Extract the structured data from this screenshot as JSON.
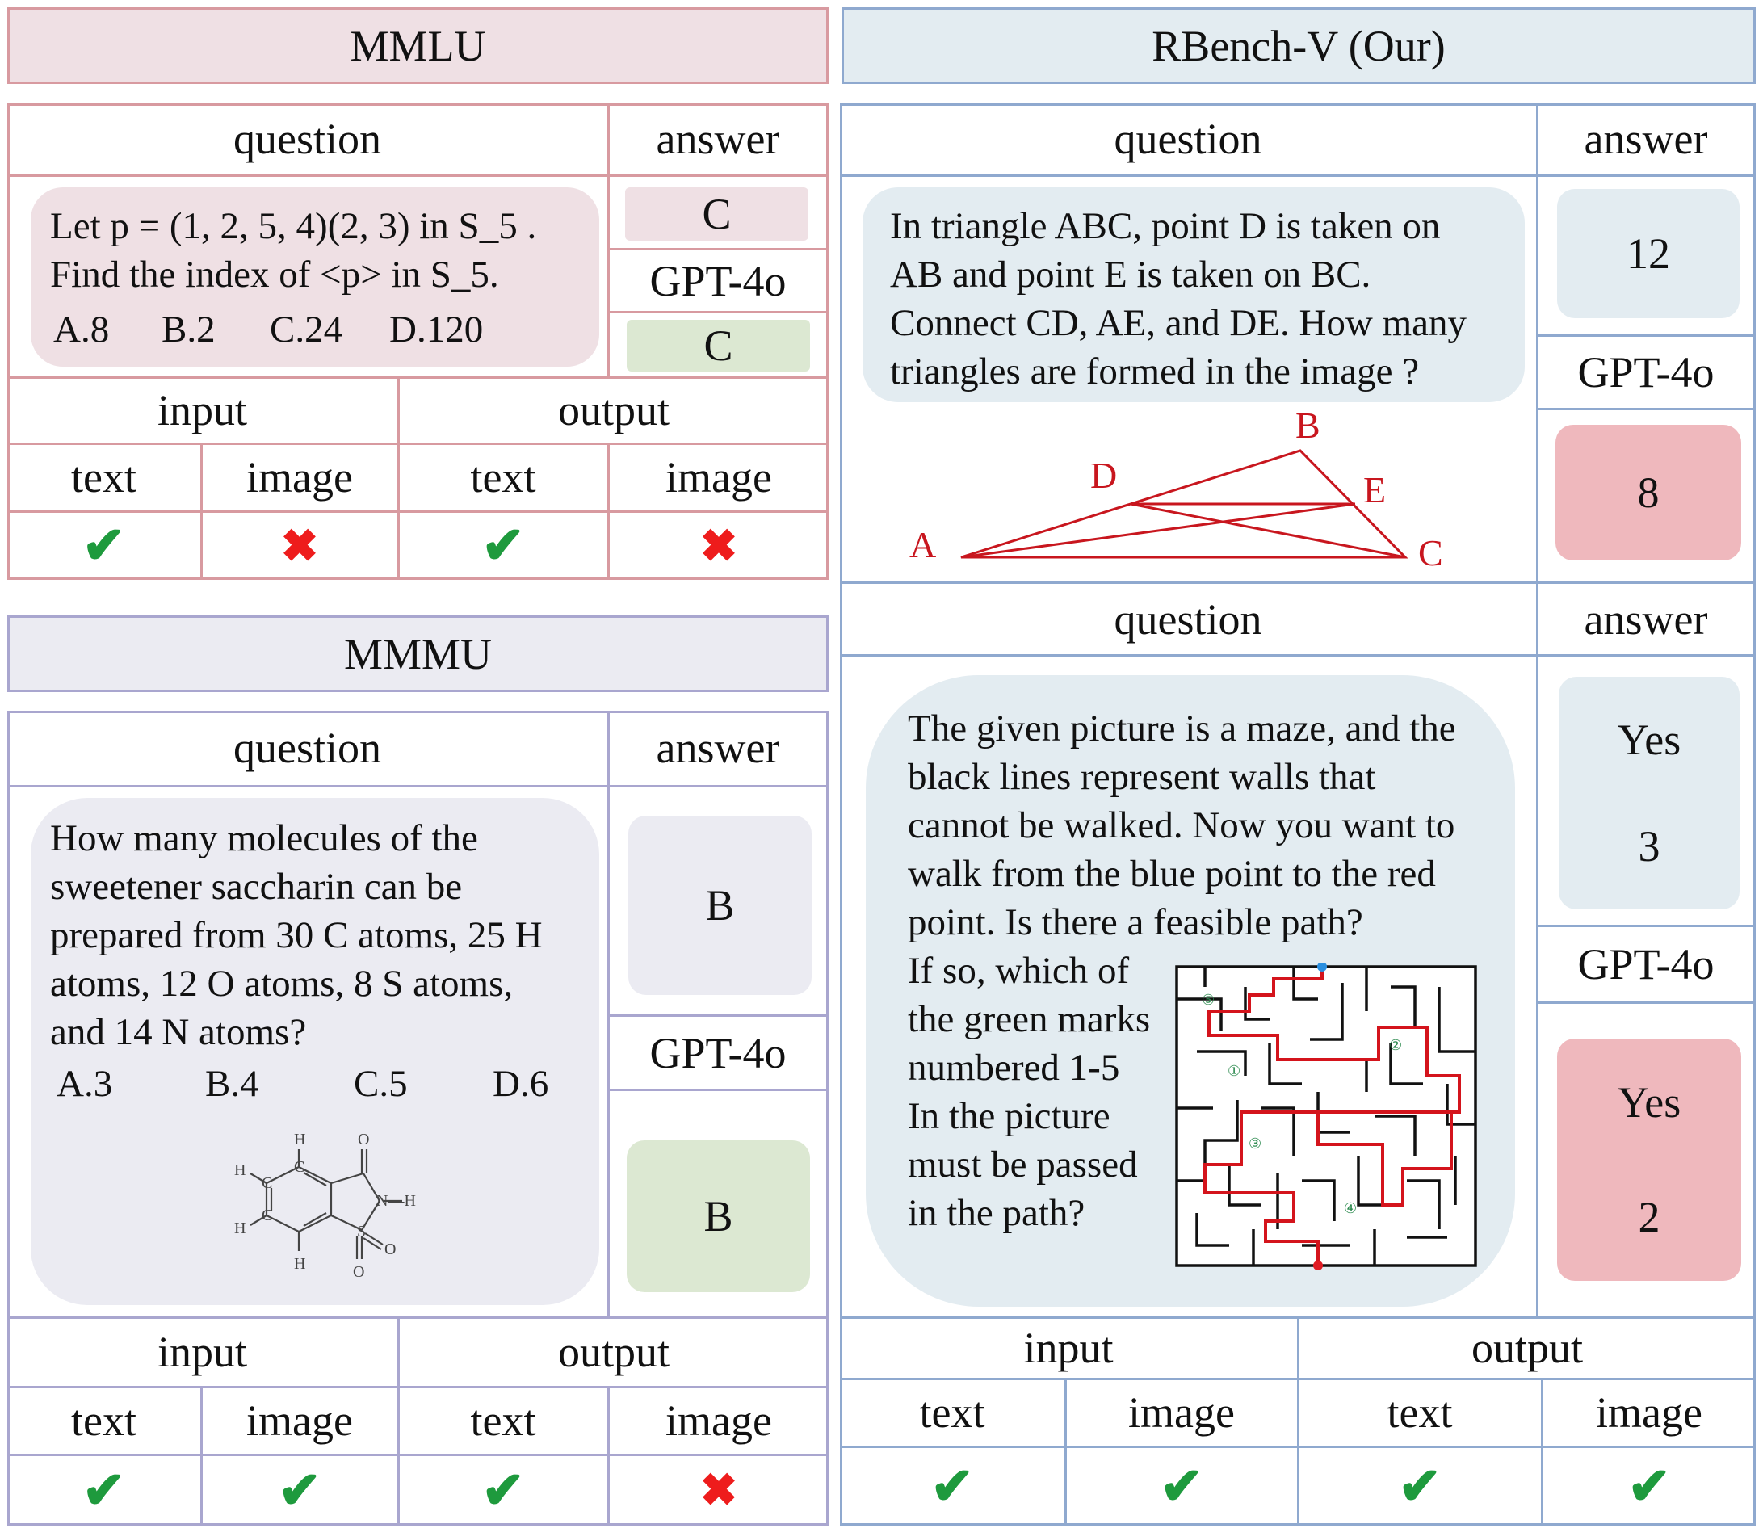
{
  "mmlu": {
    "title": "MMLU",
    "question_header": "question",
    "answer_header": "answer",
    "question_lines": [
      "Let p = (1, 2, 5, 4)(2, 3) in S_5 .",
      "Find the index of <p> in S_5."
    ],
    "options": [
      "A.8",
      "B.2",
      "C.24",
      "D.120"
    ],
    "answer": "C",
    "model_label": "GPT-4o",
    "model_answer": "C",
    "input_label": "input",
    "output_label": "output",
    "modes": [
      "text",
      "image",
      "text",
      "image"
    ],
    "marks": [
      "check",
      "cross",
      "check",
      "cross"
    ]
  },
  "mmmu": {
    "title": "MMMU",
    "question_header": "question",
    "answer_header": "answer",
    "question_lines": [
      " How many molecules of the",
      "sweetener saccharin can be",
      "prepared from 30 C atoms, 25 H",
      "atoms, 12 O atoms, 8 S atoms,",
      "and 14 N atoms?"
    ],
    "options": [
      "A.3",
      "B.4",
      "C.5",
      "D.6"
    ],
    "molecule_labels": [
      "H",
      "H",
      "H",
      "H",
      "N—H",
      "O",
      "O",
      "O",
      "S",
      "C",
      "C",
      "C"
    ],
    "answer": "B",
    "model_label": "GPT-4o",
    "model_answer": "B",
    "input_label": "input",
    "output_label": "output",
    "modes": [
      "text",
      "image",
      "text",
      "image"
    ],
    "marks": [
      "check",
      "check",
      "check",
      "cross"
    ]
  },
  "rbench": {
    "title": "RBench-V  (Our)",
    "q1": {
      "question_header": "question",
      "answer_header": "answer",
      "lines": [
        "In triangle ABC, point D is taken on",
        "AB and point E is taken on BC.",
        "Connect CD, AE, and DE. How many",
        "triangles are formed in the image ?"
      ],
      "point_labels": [
        "A",
        "B",
        "C",
        "D",
        "E"
      ],
      "answer": "12",
      "model_label": "GPT-4o",
      "model_answer": "8"
    },
    "q2": {
      "question_header": "question",
      "answer_header": "answer",
      "lines": [
        "The given picture is a maze, and the",
        "black lines represent walls that",
        "cannot be walked. Now you want to",
        "walk from the blue point to the red",
        "point. Is there a feasible path?"
      ],
      "side_lines": [
        " If so, which of",
        "the green marks",
        "numbered 1-5",
        "In the picture",
        "must be passed",
        "in the path?"
      ],
      "maze_marks": [
        "⑤",
        "①",
        "②",
        "③",
        "④"
      ],
      "answer_line1": "Yes",
      "answer_line2": "3",
      "model_label": "GPT-4o",
      "model_line1": "Yes",
      "model_line2": "2"
    },
    "input_label": "input",
    "output_label": "output",
    "modes": [
      "text",
      "image",
      "text",
      "image"
    ],
    "marks": [
      "check",
      "check",
      "check",
      "check"
    ]
  },
  "colors": {
    "mmlu_bg": "#efe0e4",
    "mmmu_bg": "#ebebf2",
    "rbench_bg": "#e3ecf1",
    "correct": "#dce8d2",
    "wrong": "#efb8bd",
    "check": "#1e9a3d",
    "cross": "#ee1c1c",
    "figure_red": "#c8161e"
  }
}
